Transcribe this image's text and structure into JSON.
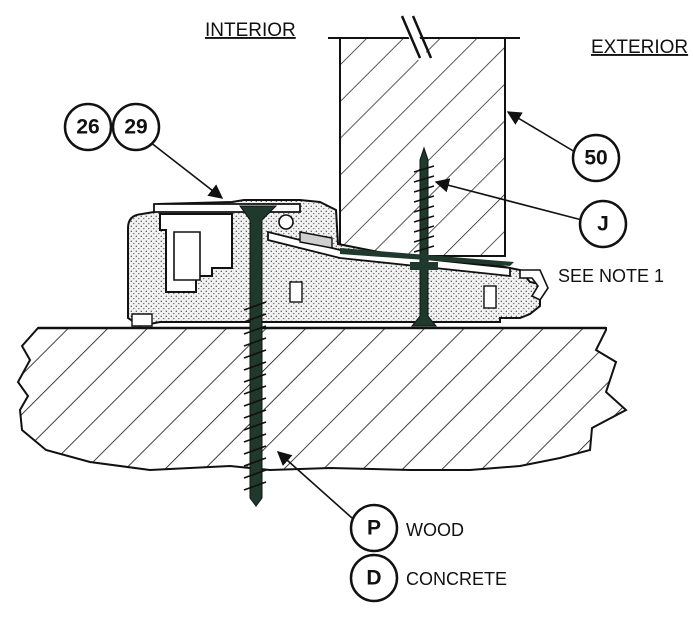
{
  "labels": {
    "interior": "INTERIOR",
    "exterior": "EXTERIOR",
    "see_note": "SEE NOTE 1",
    "wood": "WOOD",
    "concrete": "CONCRETE"
  },
  "callouts": {
    "c26": "26",
    "c29": "29",
    "c50": "50",
    "cJ": "J",
    "cP": "P",
    "cD": "D"
  },
  "colors": {
    "ink": "#111111",
    "fastener": "#1f3a2c",
    "seal_fill": "#e9e9e9",
    "frame_fill": "#ffffff"
  }
}
